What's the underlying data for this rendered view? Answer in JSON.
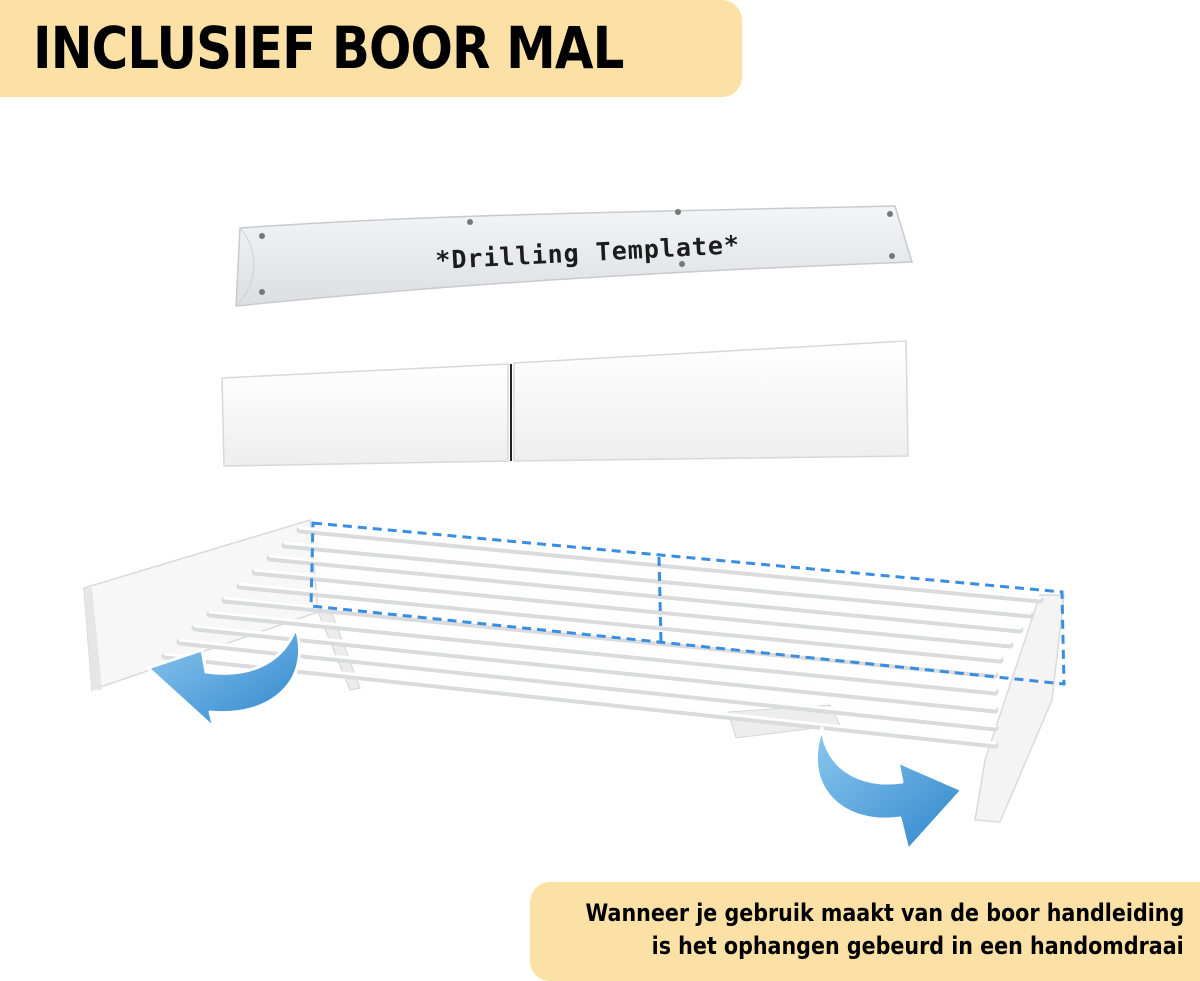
{
  "headline": {
    "text": "INCLUSIEF BOOR MAL"
  },
  "template_strip": {
    "label": "*Drilling Template*"
  },
  "caption": {
    "line1": "Wanneer je gebruik maakt van de boor handleiding",
    "line2": "is het ophangen gebeurd in een handomdraai"
  },
  "colors": {
    "banner": "#fbe1a6",
    "text": "#000000",
    "arrow": "#4aa3e0",
    "outline": "#3a8ee0"
  },
  "icons": {
    "arrow_left": "curved-arrow-left-icon",
    "arrow_right": "curved-arrow-right-icon"
  }
}
